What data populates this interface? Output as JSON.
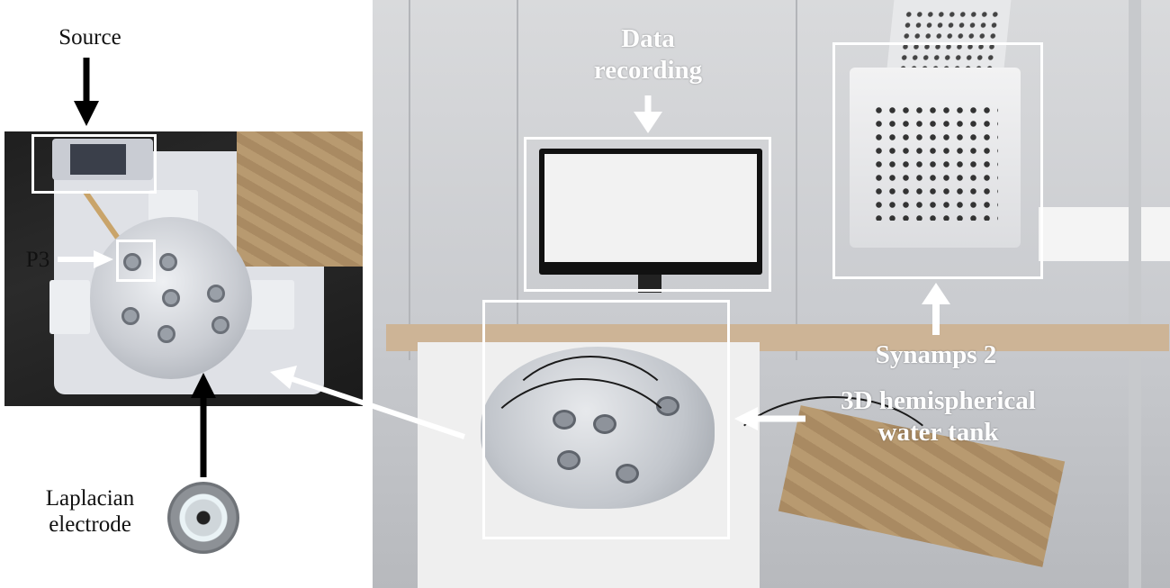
{
  "labels": {
    "source": "Source",
    "p3": "P3",
    "laplacian_line1": "Laplacian",
    "laplacian_line2": "electrode",
    "data_recording_line1": "Data",
    "data_recording_line2": "recording",
    "synamps": "Synamps 2",
    "tank_line1": "3D hemispherical",
    "tank_line2": "water tank"
  },
  "colors": {
    "annotation_box": "#ffffff",
    "dark_arrow": "#000000",
    "light_arrow": "#ffffff"
  }
}
